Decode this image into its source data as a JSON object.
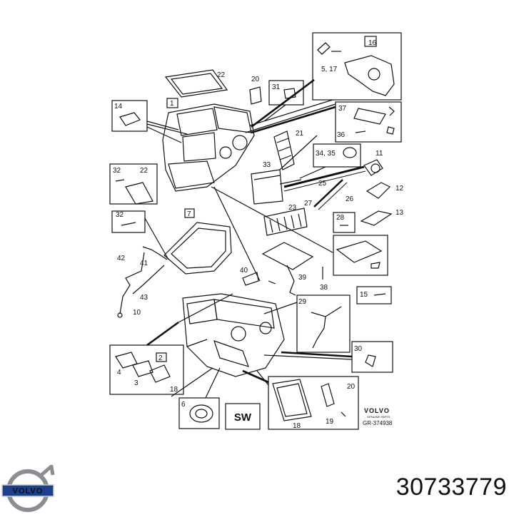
{
  "diagram": {
    "labels": {
      "p1": "1",
      "p2": "2",
      "p3": "3",
      "p4": "4",
      "p5_17": "5, 17",
      "p6": "6",
      "p7": "7",
      "p10": "10",
      "p11": "11",
      "p12": "12",
      "p13": "13",
      "p14": "14",
      "p15": "15",
      "p16": "16",
      "p18a": "18",
      "p18b": "18",
      "p19": "19",
      "p20a": "20",
      "p20b": "20",
      "p21": "21",
      "p22a": "22",
      "p22b": "22",
      "p23": "23",
      "p25": "25",
      "p26": "26",
      "p27": "27",
      "p28": "28",
      "p29": "29",
      "p30": "30",
      "p31": "31",
      "p32a": "32",
      "p32b": "32",
      "p33": "33",
      "p34_35": "34, 35",
      "p36": "36",
      "p37": "37",
      "p38": "38",
      "p39": "39",
      "p40": "40",
      "p41": "41",
      "p42": "42",
      "p43": "43"
    },
    "sw_box": "SW",
    "brand_text": "VOLVO",
    "brand_subtext": "GENUINE PARTS",
    "ref_code": "GR-374938"
  },
  "footer": {
    "logo_text": "VOLVO",
    "part_number": "30733779"
  }
}
